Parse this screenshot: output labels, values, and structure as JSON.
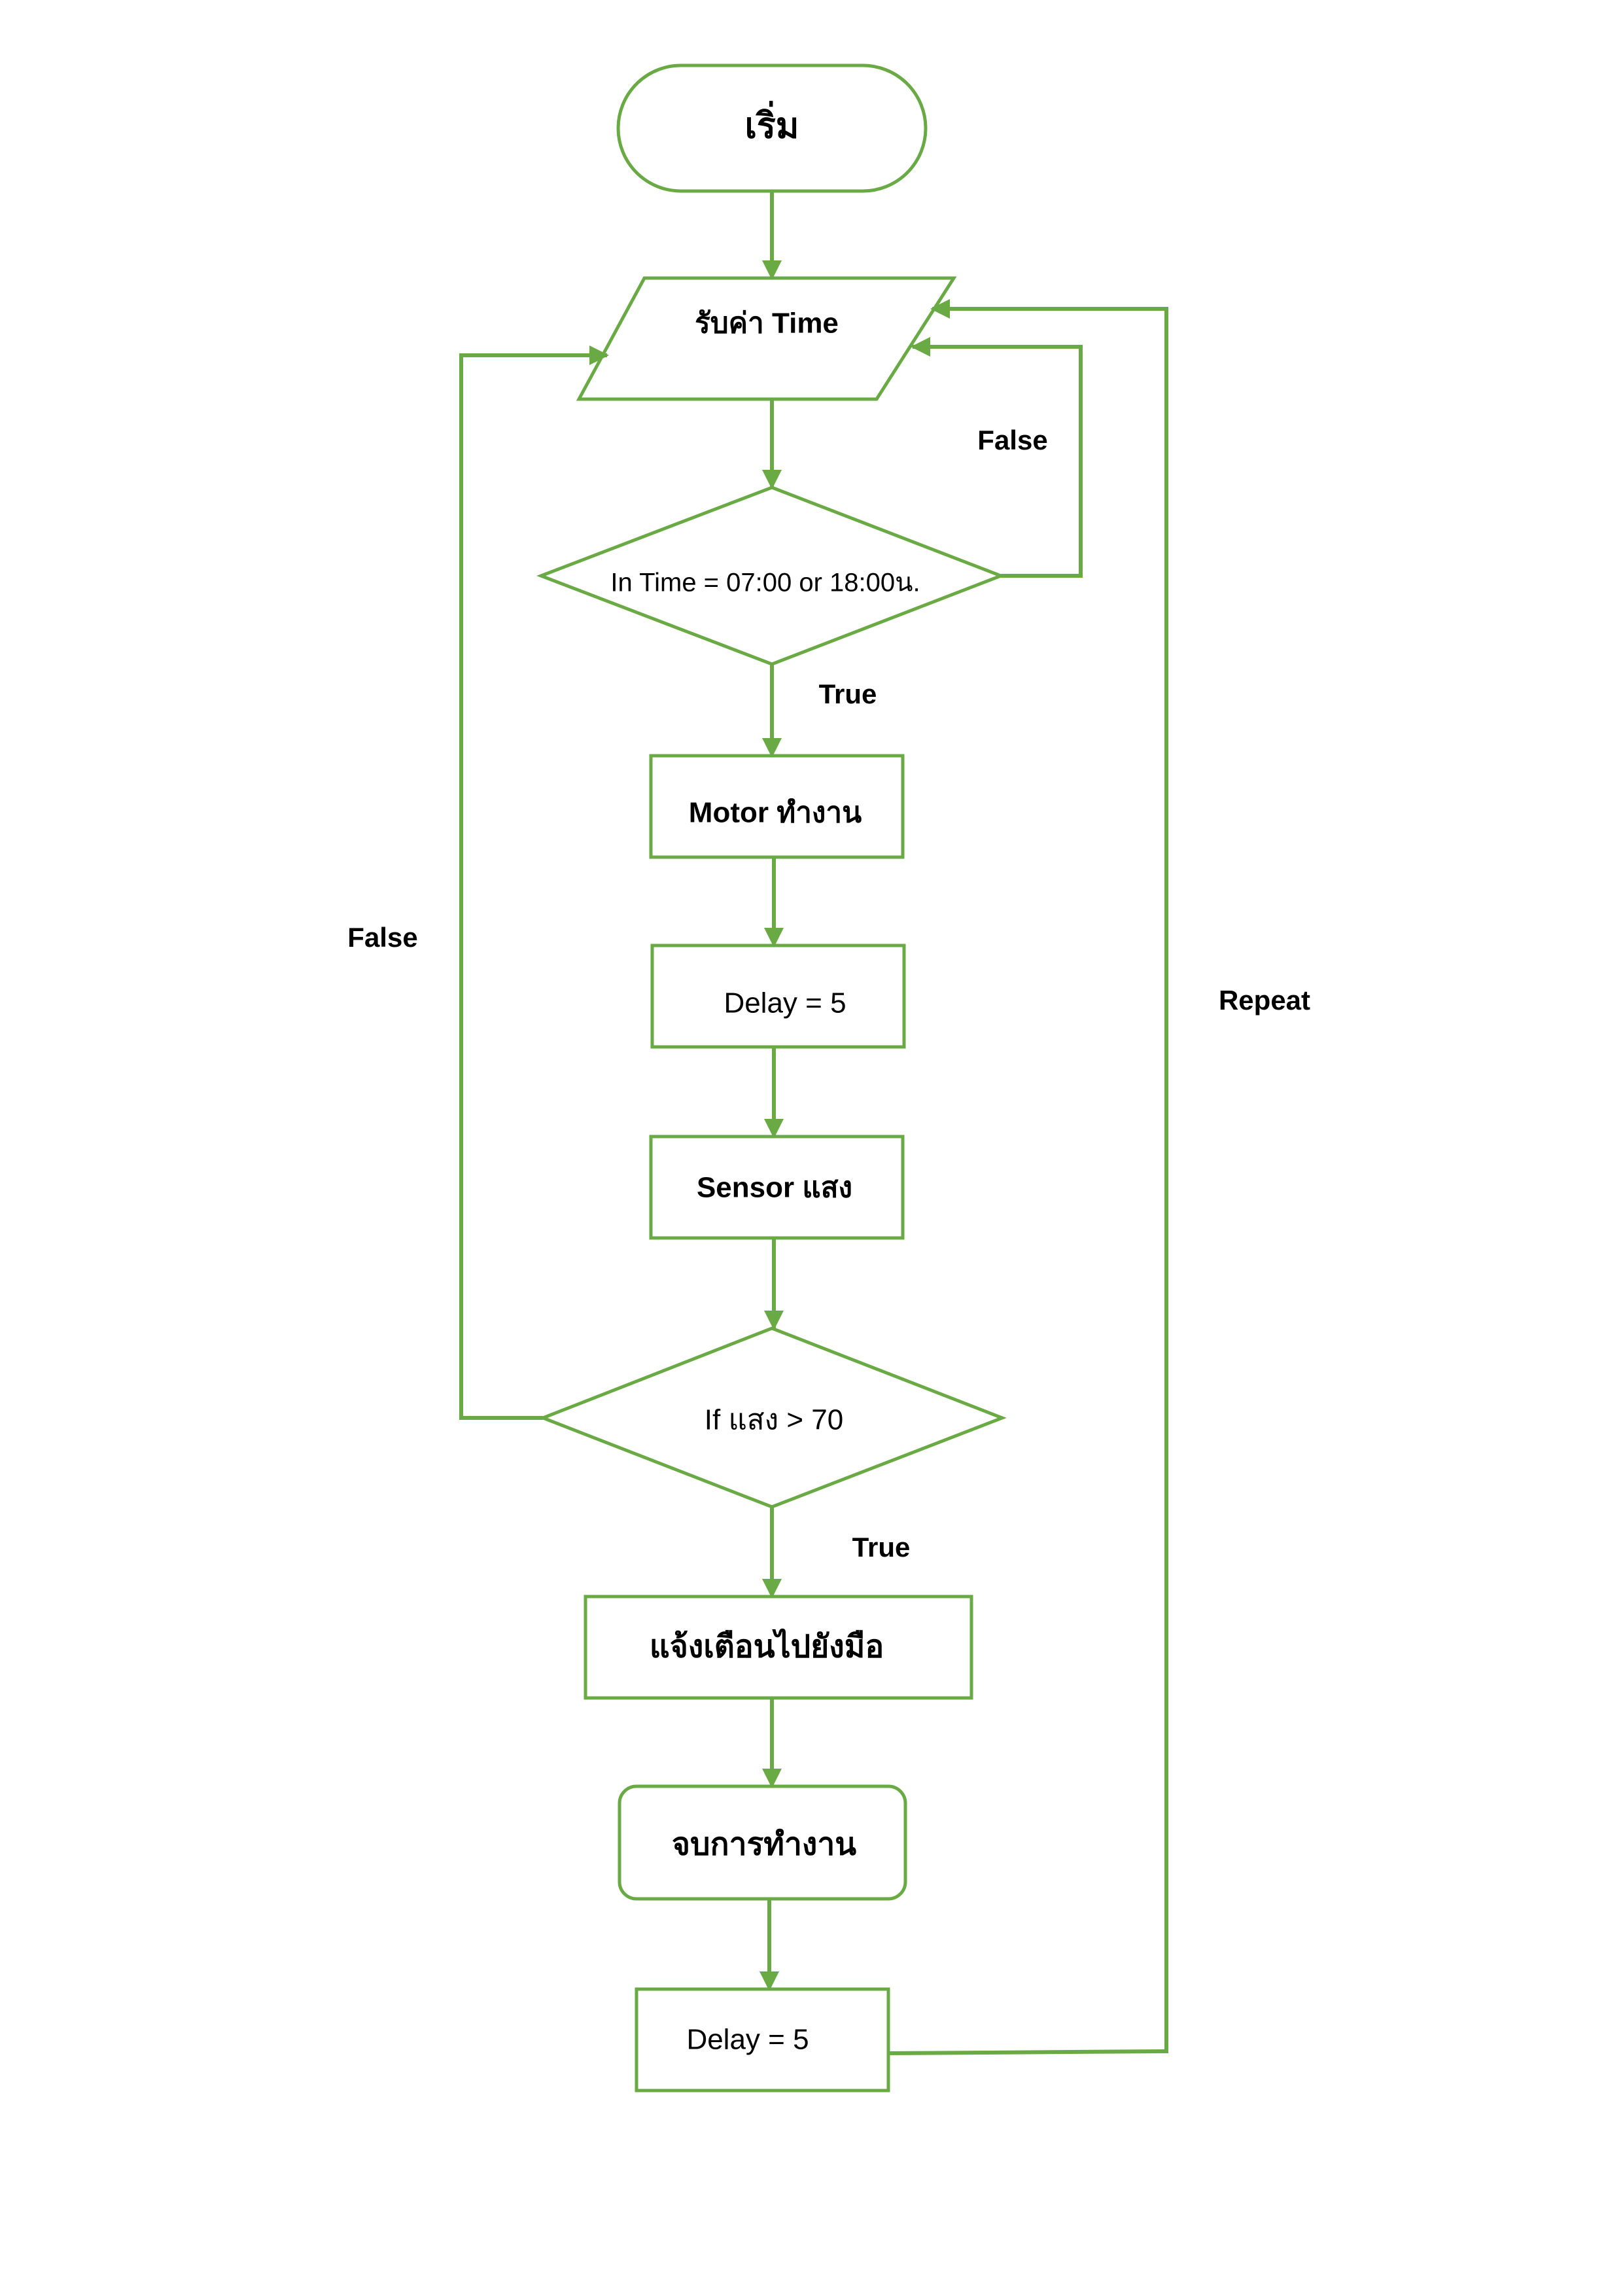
{
  "colors": {
    "line": "#6aaa45",
    "text": "#000000",
    "background": "#ffffff"
  },
  "nodes": {
    "start": "เริ่ม",
    "input_time": "รับค่า Time",
    "check_time": "In Time = 07:00 or 18:00น.",
    "motor_on": "Motor ทำงาน",
    "delay_1": "Delay = 5",
    "light_sensor": "Sensor แสง",
    "check_light": "If แสง > 70",
    "notify_phone": "แจ้งเตือนไปยังมือ",
    "end_work": "จบการทำงาน",
    "delay_2": "Delay = 5"
  },
  "edge_labels": {
    "time_false": "False",
    "time_true": "True",
    "light_false": "False",
    "light_true": "True",
    "repeat": "Repeat"
  }
}
